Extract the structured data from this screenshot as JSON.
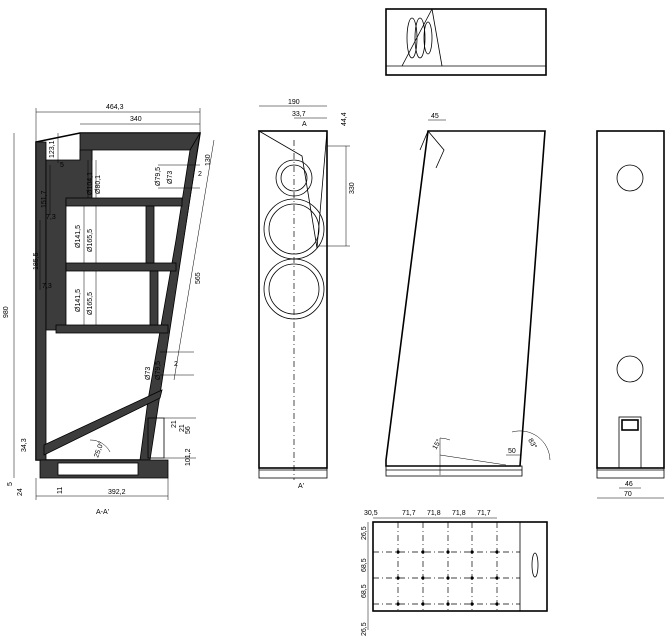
{
  "section": {
    "caption": "A-A'",
    "dims": {
      "overall_width": "464,3",
      "top_width": "340",
      "height": "980",
      "base_width": "392,2",
      "d_123": "123,1",
      "d_151": "151,7",
      "d_73a": "7,3",
      "d_73b": "7,3",
      "d_185": "185,5",
      "d_5": "5",
      "d_24": "24",
      "d_11": "11",
      "d_343": "34,3",
      "d_130": "130",
      "d_565": "565",
      "d_2a": "2",
      "d_2b": "2",
      "d_56": "56",
      "d_1012": "101,2",
      "d_21a": "21",
      "d_21b": "21",
      "angle_25": "25,0°",
      "dia_104": "Ø104,1",
      "dia_80": "Ø80,1",
      "dia_165a": "Ø165,5",
      "dia_141a": "Ø141,5",
      "dia_165b": "Ø165,5",
      "dia_141b": "Ø141,5",
      "dia_795a": "Ø79,5",
      "dia_73a": "Ø73",
      "dia_795b": "Ø79,5",
      "dia_73b": "Ø73"
    }
  },
  "front": {
    "dims": {
      "width": "190",
      "offset": "33,7",
      "depth": "44,4",
      "height": "330",
      "label_a": "A",
      "label_a_prime": "A'"
    }
  },
  "side": {
    "dims": {
      "top": "45",
      "foot": "50",
      "angle_front": "15°",
      "angle_back": "83°"
    }
  },
  "rear": {
    "dims": {
      "inner": "46",
      "outer": "70"
    }
  },
  "base_plan": {
    "top_dims": [
      "30,5",
      "71,7",
      "71,8",
      "71,8",
      "71,7"
    ],
    "side_dims": [
      "26,5",
      "68,5",
      "68,5",
      "26,5"
    ]
  }
}
